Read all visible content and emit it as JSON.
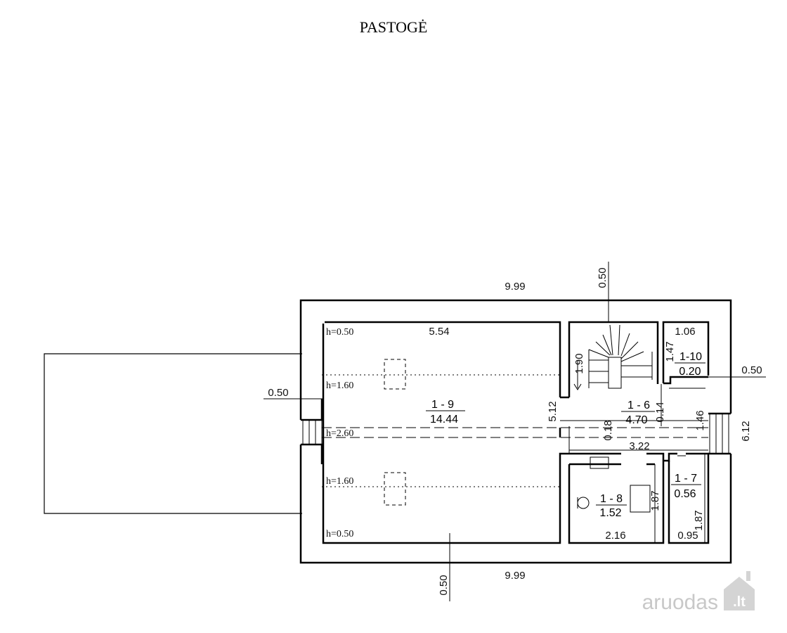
{
  "title": "PASTOGĖ",
  "dimensions": {
    "top_width": "9.99",
    "bottom_width": "9.99",
    "stair_offset_top": "0.50",
    "left_wall": "0.50",
    "bottom_wall": "0.50",
    "right_wall": "0.50",
    "total_depth": "6.12",
    "room9_width": "5.54",
    "room9_depth": "5.12",
    "stair_run": "1.90",
    "room10_width": "1.06",
    "room10_depth": "1.47",
    "corridor_0_14": "0.14",
    "corridor_1_46": "1.46",
    "corridor_0_18": "0.18",
    "corridor_3_22": "3.22",
    "room8_width": "2.16",
    "room8_depth": "1.87",
    "room7_width": "0.95",
    "room7_depth": "1.87"
  },
  "heights": [
    "h=0.50",
    "h=1.60",
    "h=2.60",
    "h=1.60",
    "h=0.50"
  ],
  "rooms": [
    {
      "id": "1 - 9",
      "area": "14.44"
    },
    {
      "id": "1 - 6",
      "area": "4.70"
    },
    {
      "id": "1-10",
      "area": "0.20"
    },
    {
      "id": "1 - 8",
      "area": "1.52"
    },
    {
      "id": "1 - 7",
      "area": "0.56"
    }
  ],
  "watermark": "aruodas",
  "watermark_tld": ".lt"
}
